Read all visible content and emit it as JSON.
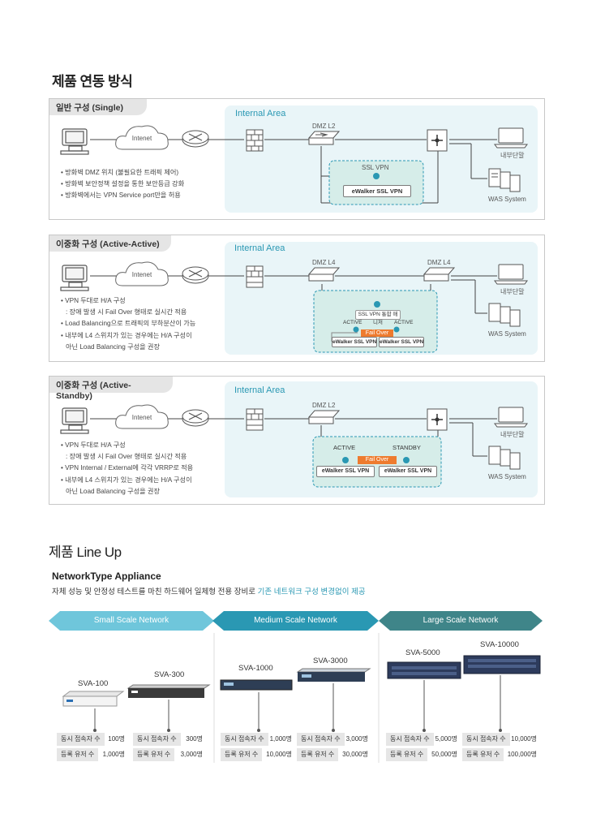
{
  "section1": {
    "title": "제품 연동 방식"
  },
  "panels": [
    {
      "tab": "일반 구성 (Single)",
      "area": "Internal Area",
      "internet": "Intenet",
      "dmz": "DMZ L2",
      "vpn_label": "SSL VPN",
      "vpn_box": "eWalker SSL VPN",
      "terminal": "내부단말",
      "was": "WAS System",
      "bullets": [
        "• 방화벽 DMZ 위치 (불필요한 트래픽 제어)",
        "• 방화벽 보안정책 설정을 통한 보안등급 강화",
        "• 방화벽에서는 VPN Service port만을 허용"
      ]
    },
    {
      "tab": "이중화 구성 (Active-Active)",
      "area": "Internal Area",
      "internet": "Intenet",
      "dmz1": "DMZ L4",
      "dmz2": "DMZ L4",
      "manager": "SSL VPN 통합 매니저",
      "active1": "ACTIVE",
      "active2": "ACTIVE",
      "failover": "Fail Over",
      "vpn1": "eWalker SSL VPN",
      "vpn2": "eWalker SSL VPN",
      "terminal": "내부단말",
      "was": "WAS System",
      "bullets": [
        "• VPN 두대로 H/A 구성",
        "  : 장애 발생 시 Fail Over 형태로 실시간 적용",
        "• Load Balancing으로 트래픽의 부하분산이 가능",
        "• 내부에 L4 스위치가 있는 경우에는 H/A 구성이",
        "  아닌 Load Balancing 구성을 권장"
      ]
    },
    {
      "tab": "이중화 구성 (Active-Standby)",
      "area": "Internal Area",
      "internet": "Intenet",
      "dmz": "DMZ L2",
      "active": "ACTIVE",
      "standby": "STANDBY",
      "failover": "Fail Over",
      "vpn1": "eWalker SSL VPN",
      "vpn2": "eWalker SSL VPN",
      "terminal": "내부단말",
      "was": "WAS System",
      "bullets": [
        "• VPN 두대로 H/A 구성",
        "  : 장애 발생 시 Fail Over 형태로 실시간 적용",
        "• VPN Internal / External에 각각 VRRP로 적용",
        "• 내부에 L4 스위치가 있는 경우에는 H/A 구성이",
        "  아닌 Load Balancing 구성을 권장"
      ]
    }
  ],
  "section2": {
    "title": "제품 Line Up",
    "subtitle": "NetworkType Appliance",
    "desc_plain": "자체 성능 및 안정성 테스트를 마친 하드웨어 일체형 전용 장비로 ",
    "desc_highlight": "기존 네트워크 구성 변경없이 제공"
  },
  "lineup": {
    "banners": [
      "Small Scale Network",
      "Medium Scale Network",
      "Large Scale Network"
    ],
    "concurrent_label": "동시 접속자 수",
    "registered_label": "등록 유저 수",
    "models": [
      {
        "name": "SVA-100",
        "concurrent": "100명",
        "registered": "1,000명"
      },
      {
        "name": "SVA-300",
        "concurrent": "300명",
        "registered": "3,000명"
      },
      {
        "name": "SVA-1000",
        "concurrent": "1,000명",
        "registered": "10,000명"
      },
      {
        "name": "SVA-3000",
        "concurrent": "3,000명",
        "registered": "30,000명"
      },
      {
        "name": "SVA-5000",
        "concurrent": "5,000명",
        "registered": "50,000명"
      },
      {
        "name": "SVA-10000",
        "concurrent": "10,000명",
        "registered": "100,000명"
      }
    ]
  },
  "colors": {
    "teal": "#2a98b3",
    "banner_small": "#6fc6db",
    "banner_medium": "#2a98b3",
    "banner_large": "#3f8589",
    "failover": "#ee7b2f",
    "area_bg": "#e9f5f8"
  }
}
